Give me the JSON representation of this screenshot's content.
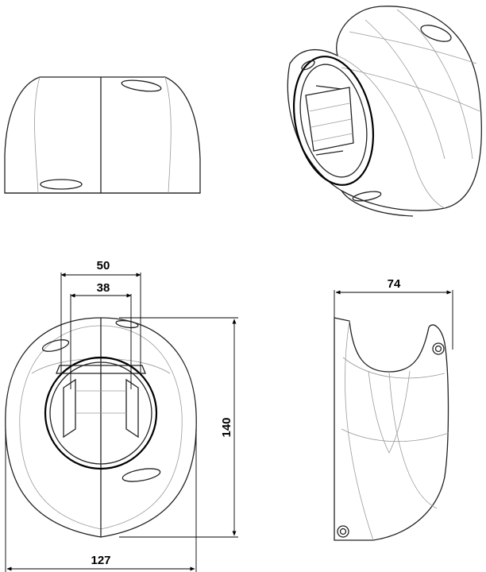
{
  "dimensions": {
    "width_outer": "50",
    "width_inner": "38",
    "depth": "74",
    "height": "140",
    "width_total": "127"
  },
  "views": [
    "side-view",
    "isometric-view",
    "front-view",
    "profile-view"
  ]
}
